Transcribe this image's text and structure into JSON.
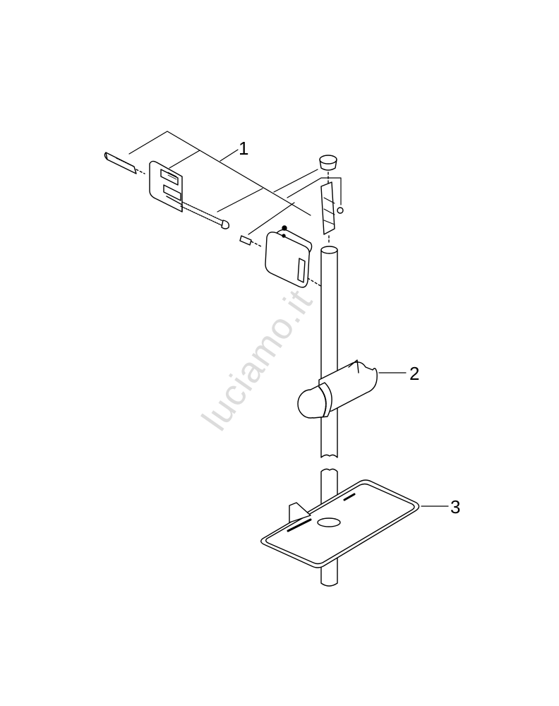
{
  "diagram": {
    "callouts": [
      {
        "id": "1",
        "label": "1"
      },
      {
        "id": "2",
        "label": "2"
      },
      {
        "id": "3",
        "label": "3"
      }
    ],
    "watermark": "luciamo.it",
    "line_color": "#000000",
    "watermark_color": "#dcdcdc"
  }
}
